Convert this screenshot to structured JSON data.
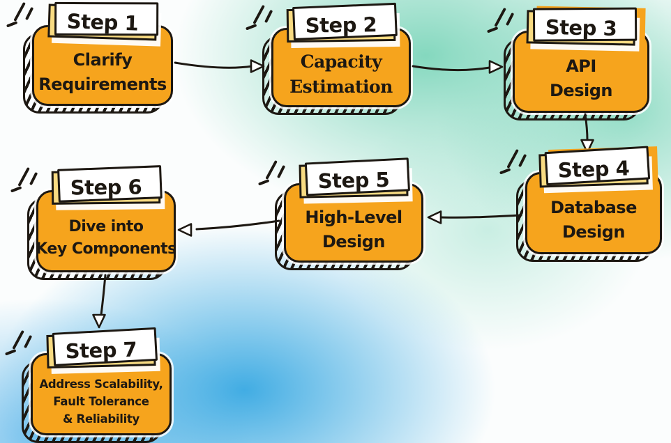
{
  "diagram": {
    "kind": "flowchart",
    "colors": {
      "card_fill": "#F6A41D",
      "label_fill": "#F8DB82",
      "ink": "#1D1812",
      "bg_teal": "#8EDCC3",
      "bg_blue": "#45ACE1",
      "bg_base": "#FBFDFD"
    },
    "steps": [
      {
        "label": "Step 1",
        "lines": [
          "Clarify",
          "Requirements"
        ]
      },
      {
        "label": "Step 2",
        "lines": [
          "Capacity",
          "Estimation"
        ]
      },
      {
        "label": "Step 3",
        "lines": [
          "API",
          "Design"
        ]
      },
      {
        "label": "Step 4",
        "lines": [
          "Database",
          "Design"
        ]
      },
      {
        "label": "Step 5",
        "lines": [
          "High-Level",
          "Design"
        ]
      },
      {
        "label": "Step 6",
        "lines": [
          "Dive into",
          "Key Components"
        ]
      },
      {
        "label": "Step 7",
        "lines": [
          "Address Scalability,",
          "Fault Tolerance",
          "& Reliability"
        ]
      }
    ],
    "flow": [
      {
        "from": "Step 1",
        "to": "Step 2"
      },
      {
        "from": "Step 2",
        "to": "Step 3"
      },
      {
        "from": "Step 3",
        "to": "Step 4"
      },
      {
        "from": "Step 4",
        "to": "Step 5"
      },
      {
        "from": "Step 5",
        "to": "Step 6"
      },
      {
        "from": "Step 6",
        "to": "Step 7"
      }
    ]
  }
}
